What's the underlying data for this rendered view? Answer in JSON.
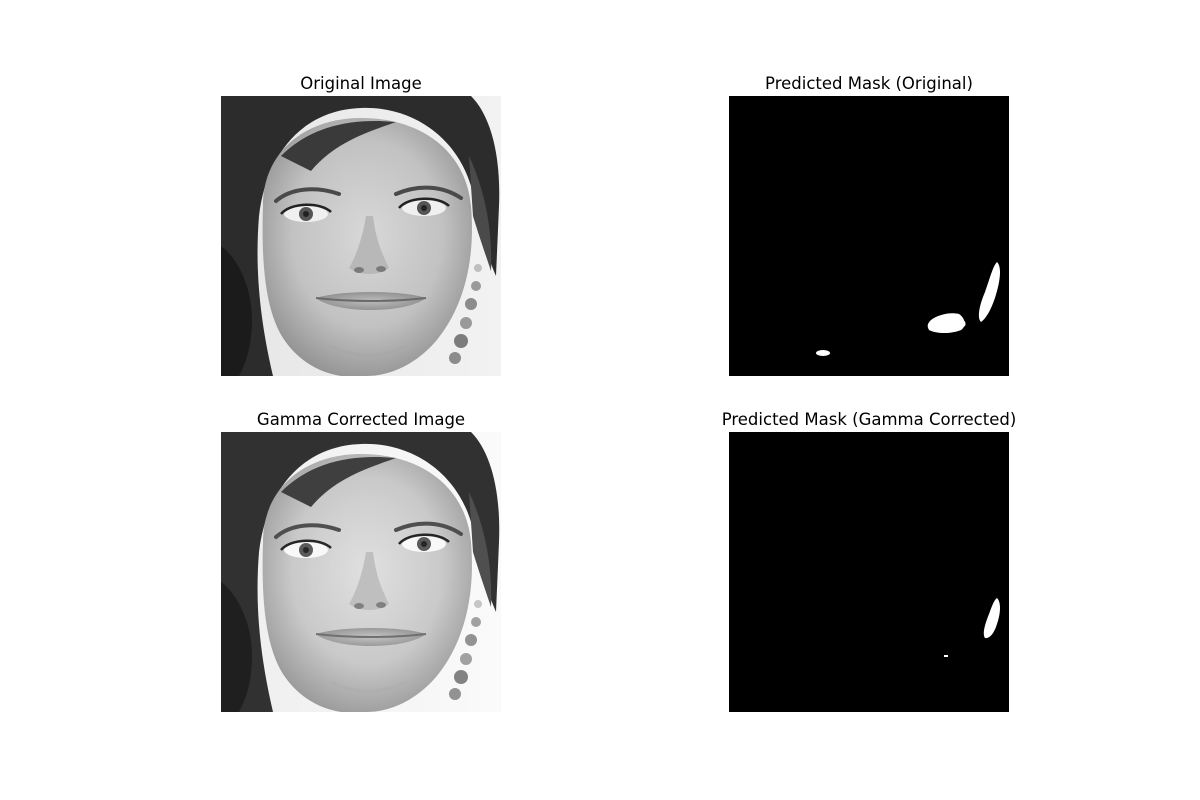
{
  "figure": {
    "panels": [
      {
        "id": "original",
        "title": "Original Image",
        "content": "grayscale face photo"
      },
      {
        "id": "mask-original",
        "title": "Predicted Mask (Original)",
        "content": "binary mask"
      },
      {
        "id": "gamma",
        "title": "Gamma Corrected Image",
        "content": "grayscale face photo"
      },
      {
        "id": "mask-gamma",
        "title": "Predicted Mask (Gamma Corrected)",
        "content": "binary mask"
      }
    ]
  },
  "colors": {
    "mask_background": "#000000",
    "mask_foreground": "#ffffff",
    "figure_background": "#ffffff"
  }
}
